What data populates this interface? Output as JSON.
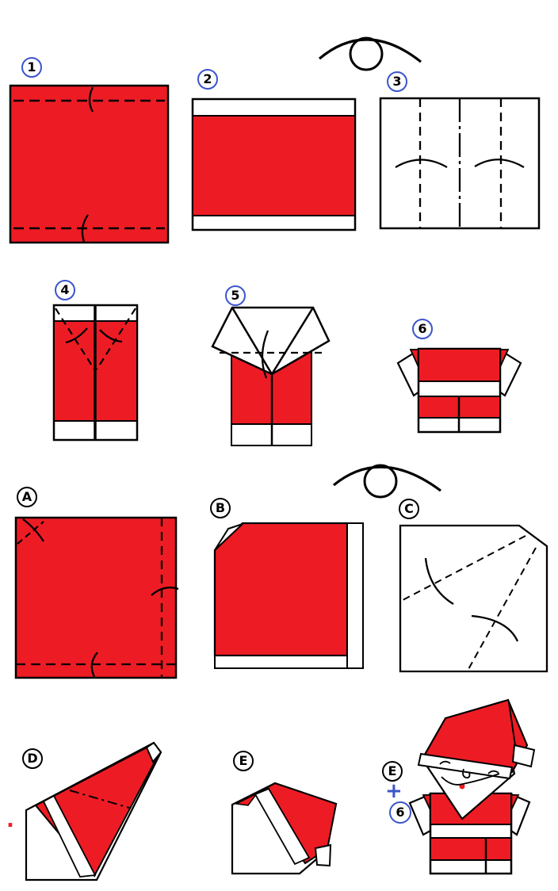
{
  "colors": {
    "paper_red": "#ed1c24",
    "ink": "#000000",
    "number_label_ring": "#3b55cc",
    "letter_label_ring": "#000000",
    "plus_sign": "#3b55cc"
  },
  "labels": {
    "step1": "1",
    "step2": "2",
    "step3": "3",
    "step4": "4",
    "step5": "5",
    "step6": "6",
    "stepA": "A",
    "stepB": "B",
    "stepC": "C",
    "stepD": "D",
    "stepE": "E",
    "final_e": "E",
    "final_plus": "+",
    "final_6": "6",
    "stray_dot": "."
  },
  "icons": {
    "turn_over_1": "turn-over-arrow-symbol",
    "turn_over_2": "turn-over-arrow-symbol"
  }
}
